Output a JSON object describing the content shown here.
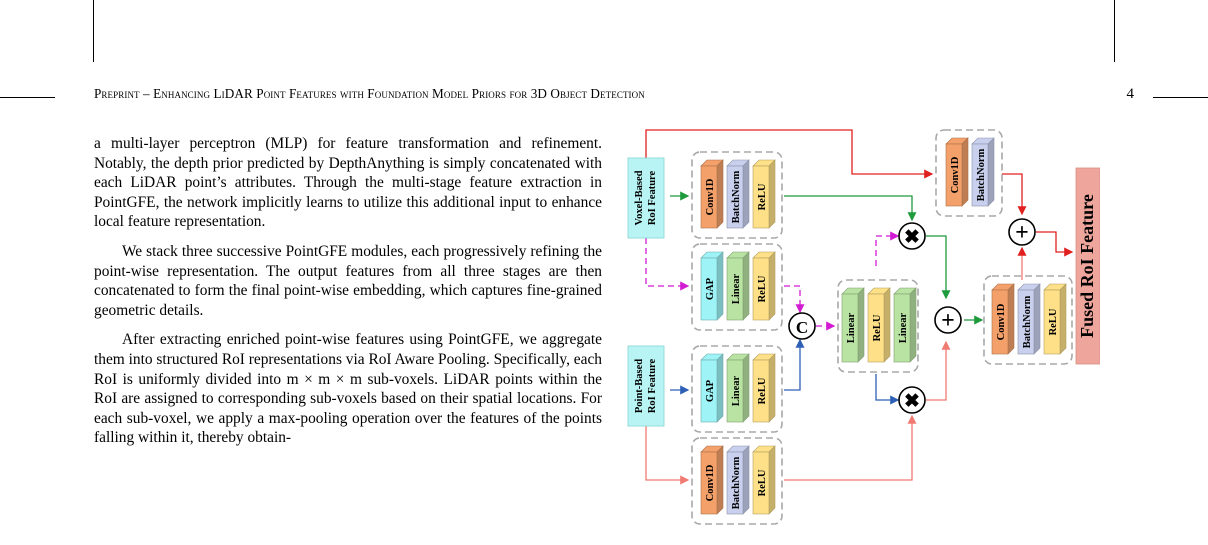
{
  "header": {
    "title": "Preprint – Enhancing LiDAR Point Features with Foundation Model Priors for 3D Object Detection",
    "page_number": "4"
  },
  "body": {
    "paragraphs": [
      "a multi-layer perceptron (MLP) for feature transformation and refinement. Notably, the depth prior predicted by DepthAnything is simply concatenated with each LiDAR point’s attributes. Through the multi-stage feature extraction in PointGFE, the network implicitly learns to utilize this additional input to enhance local feature representation.",
      "We stack three successive PointGFE modules, each progressively refining the point-wise representation. The output features from all three stages are then concatenated to form the final point-wise embedding, which captures fine-grained geometric details.",
      "After extracting enriched point-wise features using PointGFE, we aggregate them into structured RoI representations via RoI Aware Pooling. Specifically, each RoI is uniformly divided into m × m × m sub-voxels. LiDAR points within the RoI are assigned to corresponding sub-voxels based on their spatial locations. For each sub-voxel, we apply a max-pooling operation over the features of the points falling within it, thereby obtain-"
    ]
  },
  "figure": {
    "voxel_input_line1": "Voxel-Based",
    "voxel_input_line2": "RoI Feature",
    "point_input_line1": "Point-Based",
    "point_input_line2": "RoI Feature",
    "output": "Fused RoI Feature",
    "labels": {
      "conv1d": "Conv1D",
      "batchnorm": "BatchNorm",
      "relu": "ReLU",
      "gap": "GAP",
      "linear": "Linear",
      "concat": "C"
    },
    "colors": {
      "conv": "#f4a06a",
      "bn": "#c8d0ee",
      "relu": "#fde087",
      "gap": "#9ef3f6",
      "linear": "#b9e3a3",
      "input": "#b9f4f4",
      "output": "#eea69c",
      "red": "#e0201f",
      "green": "#1e9b3c",
      "magenta": "#d21bd2",
      "blue": "#2d5fb7",
      "salmon": "#f07b72"
    }
  }
}
